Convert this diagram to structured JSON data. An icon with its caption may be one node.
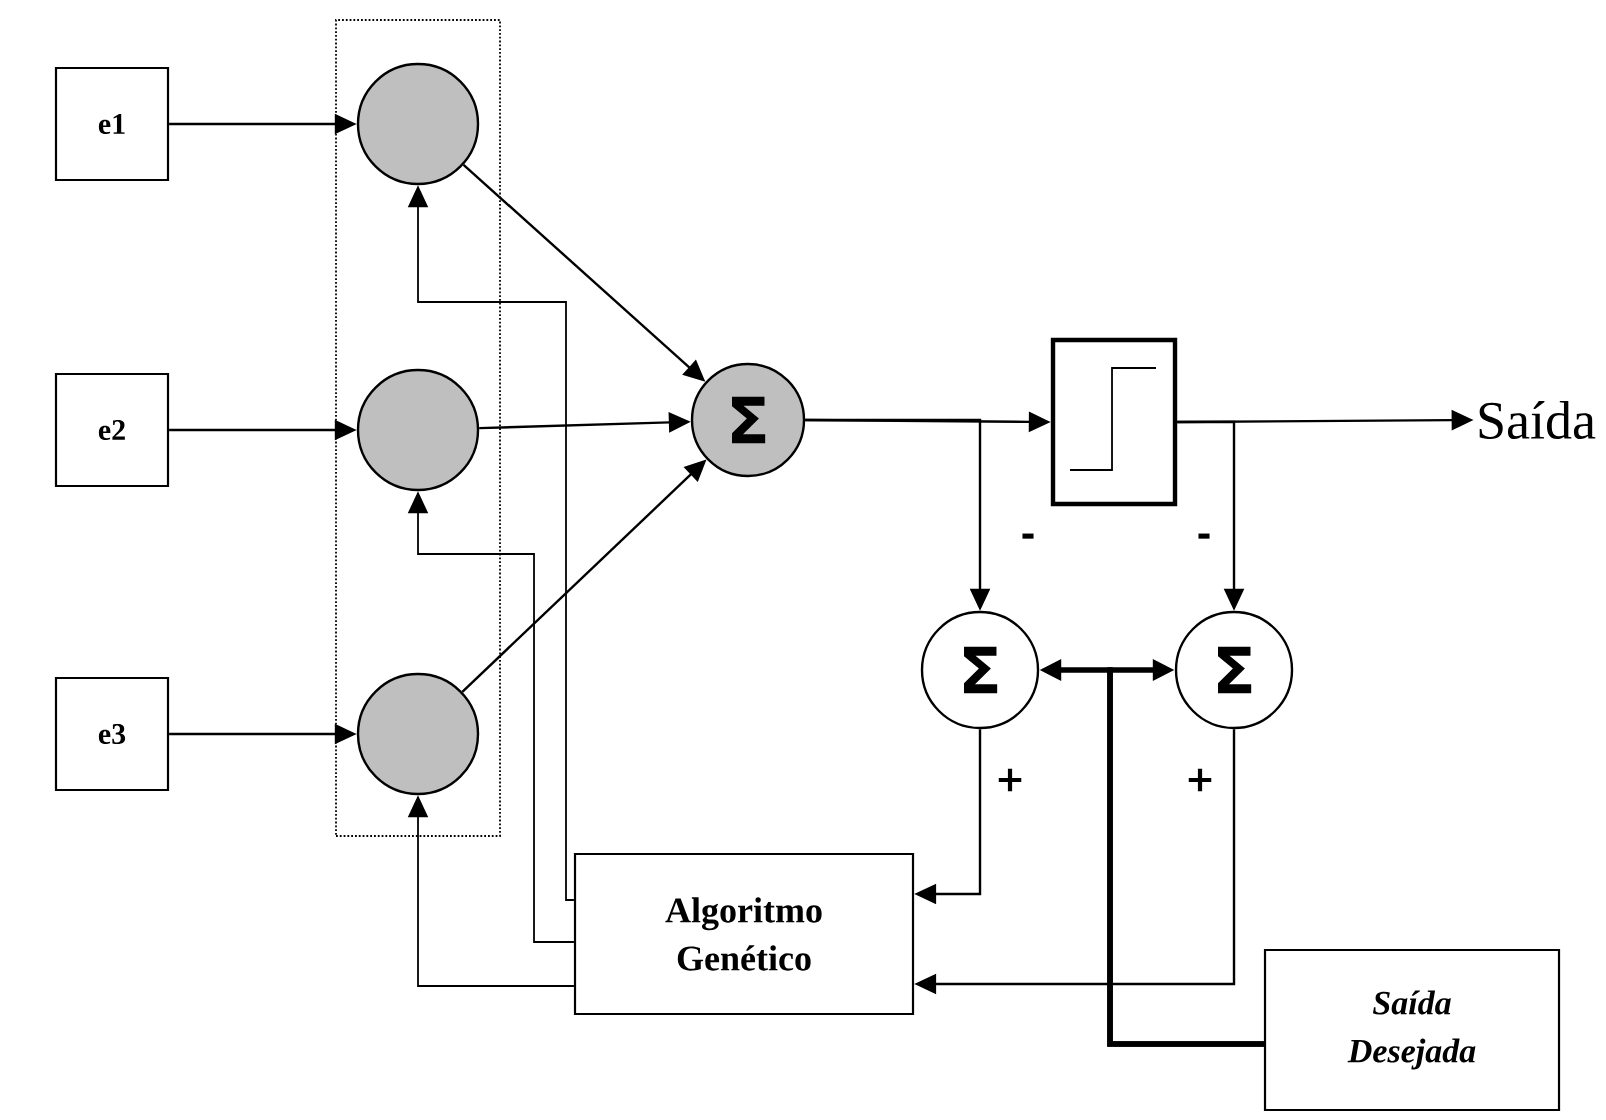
{
  "diagram": {
    "nodes": [
      {
        "text": [],
        "shape": "box"
      },
      {
        "text": [],
        "shape": "circle",
        "in": 0
      },
      {
        "text": [],
        "shape": "circle",
        "in": 0
      },
      {
        "text": [],
        "shape": "circle",
        "in": 0
      },
      {
        "text": [
          "e1"
        ]
      },
      {
        "text": [
          "e2"
        ]
      },
      {
        "text": [
          "e3"
        ]
      },
      {
        "text": [
          "Σ"
        ]
      },
      {
        "text": [],
        "shape": "box"
      },
      {
        "text": [
          "Saída"
        ]
      },
      {
        "text": [
          "Σ"
        ]
      },
      {
        "text": [
          "Σ"
        ]
      },
      {
        "text": [
          "Algoritmo Genético"
        ]
      },
      {
        "text": [
          "Saída Desejada"
        ]
      }
    ],
    "edges": [
      {
        "from": 4,
        "to": 1,
        "arrow": "to"
      },
      {
        "from": 5,
        "to": 2,
        "arrow": "to"
      },
      {
        "from": 6,
        "to": 3,
        "arrow": "to"
      },
      {
        "from": 1,
        "to": 7,
        "arrow": "to"
      },
      {
        "from": 2,
        "to": 7,
        "arrow": "to"
      },
      {
        "from": 3,
        "to": 7,
        "arrow": "to"
      },
      {
        "from": 7,
        "to": 8,
        "arrow": "to"
      },
      {
        "from": 7,
        "to": 10,
        "arrow": "to"
      },
      {
        "from": 8,
        "to": 9,
        "arrow": "to"
      },
      {
        "from": 8,
        "to": 11,
        "arrow": "to"
      },
      {
        "from": 10,
        "to": 12,
        "arrow": "to"
      },
      {
        "from": 11,
        "to": 12,
        "arrow": "to"
      },
      {
        "from": 12,
        "to": 1,
        "arrow": "to"
      },
      {
        "from": 12,
        "to": 2,
        "arrow": "to"
      },
      {
        "from": 12,
        "to": 3,
        "arrow": "to"
      },
      {
        "from": 13,
        "to": 10,
        "arrow": "to",
        "style": "thick"
      },
      {
        "from": 13,
        "to": 11,
        "arrow": "to",
        "style": "thick"
      }
    ],
    "labels": [
      "-",
      "-",
      "+",
      "+"
    ]
  }
}
